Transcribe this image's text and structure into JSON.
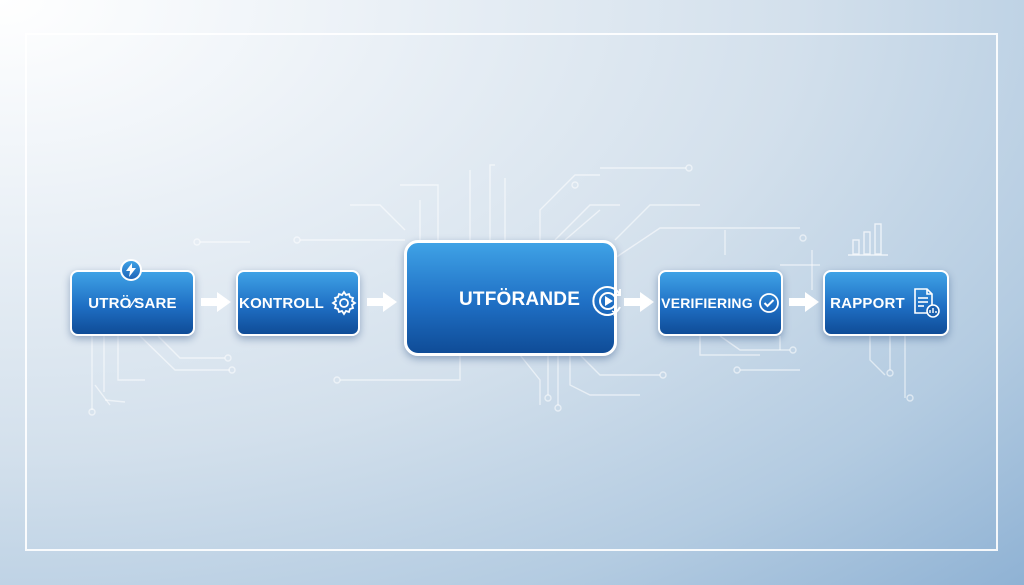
{
  "steps": [
    {
      "label": "UTRÖ⁄SARE",
      "icon": "lightning-icon"
    },
    {
      "label": "KONTROLL",
      "icon": "gear-icon"
    },
    {
      "label": "UTFÖRANDE",
      "icon": "play-cycle-icon"
    },
    {
      "label": "VERIFIERING",
      "icon": "checkmark-circle-icon"
    },
    {
      "label": "RAPPORT",
      "icon": "document-report-icon"
    }
  ],
  "colors": {
    "box_top": "#3fa2e6",
    "box_bottom": "#0f4c97",
    "border": "#ffffff",
    "arrow": "#ffffff"
  }
}
